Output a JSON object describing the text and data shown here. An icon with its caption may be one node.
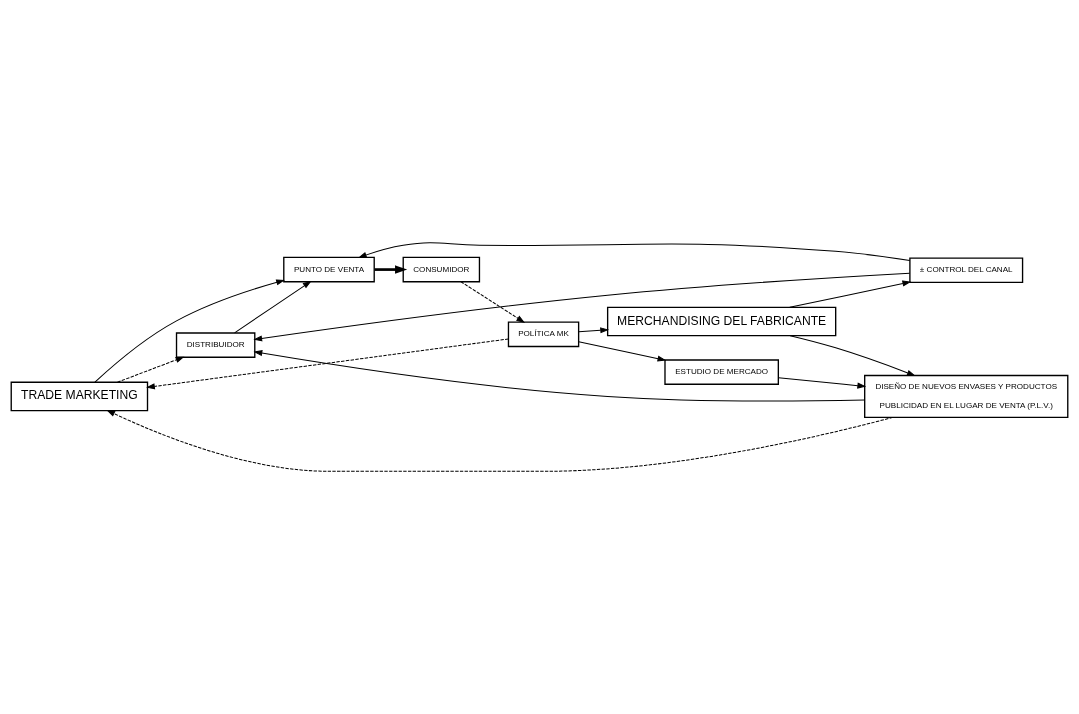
{
  "diagram": {
    "nodes": [
      {
        "text": [
          "TRADE MARKETING"
        ]
      },
      {
        "text": [
          "ESTUDIO DE MERCADO"
        ]
      },
      {
        "text": [
          "DISEÑO DE NUEVOS ENVASES Y PRODUCTOS",
          "PUBLICIDAD EN EL LUGAR DE VENTA (P.L.V.)"
        ]
      },
      {
        "text": [
          "DISTRIBUIDOR"
        ]
      },
      {
        "text": [
          "PUNTO DE VENTA"
        ]
      },
      {
        "text": [
          "CONSUMIDOR"
        ]
      },
      {
        "text": [
          "± CONTROL DEL CANAL"
        ]
      },
      {
        "text": [
          "POLÍTICA MK"
        ]
      },
      {
        "text": [
          "MERCHANDISING DEL FABRICANTE"
        ]
      }
    ],
    "edges": [
      {
        "from": 7,
        "to": 0,
        "arrow": "to",
        "style": "dashed"
      },
      {
        "from": 2,
        "to": 0,
        "arrow": "to",
        "style": "dashed"
      },
      {
        "from": 0,
        "to": 3,
        "arrow": "to",
        "style": "dashed"
      },
      {
        "from": 0,
        "to": 4,
        "arrow": "to"
      },
      {
        "from": 1,
        "to": 2,
        "arrow": "to"
      },
      {
        "from": 2,
        "to": 3,
        "arrow": "to"
      },
      {
        "from": 3,
        "to": 4,
        "arrow": "to"
      },
      {
        "from": 4,
        "to": 5,
        "arrow": "to",
        "style": "thick"
      },
      {
        "from": 6,
        "to": 3,
        "arrow": "to"
      },
      {
        "from": 6,
        "to": 4,
        "arrow": "to"
      },
      {
        "from": 7,
        "to": 1,
        "arrow": "to"
      },
      {
        "from": 8,
        "to": 2,
        "arrow": "to"
      },
      {
        "from": 8,
        "to": 6,
        "arrow": "to"
      },
      {
        "from": 7,
        "to": 8,
        "arrow": "to"
      },
      {
        "from": 5,
        "to": 7,
        "arrow": "to",
        "style": "dashed"
      }
    ]
  }
}
